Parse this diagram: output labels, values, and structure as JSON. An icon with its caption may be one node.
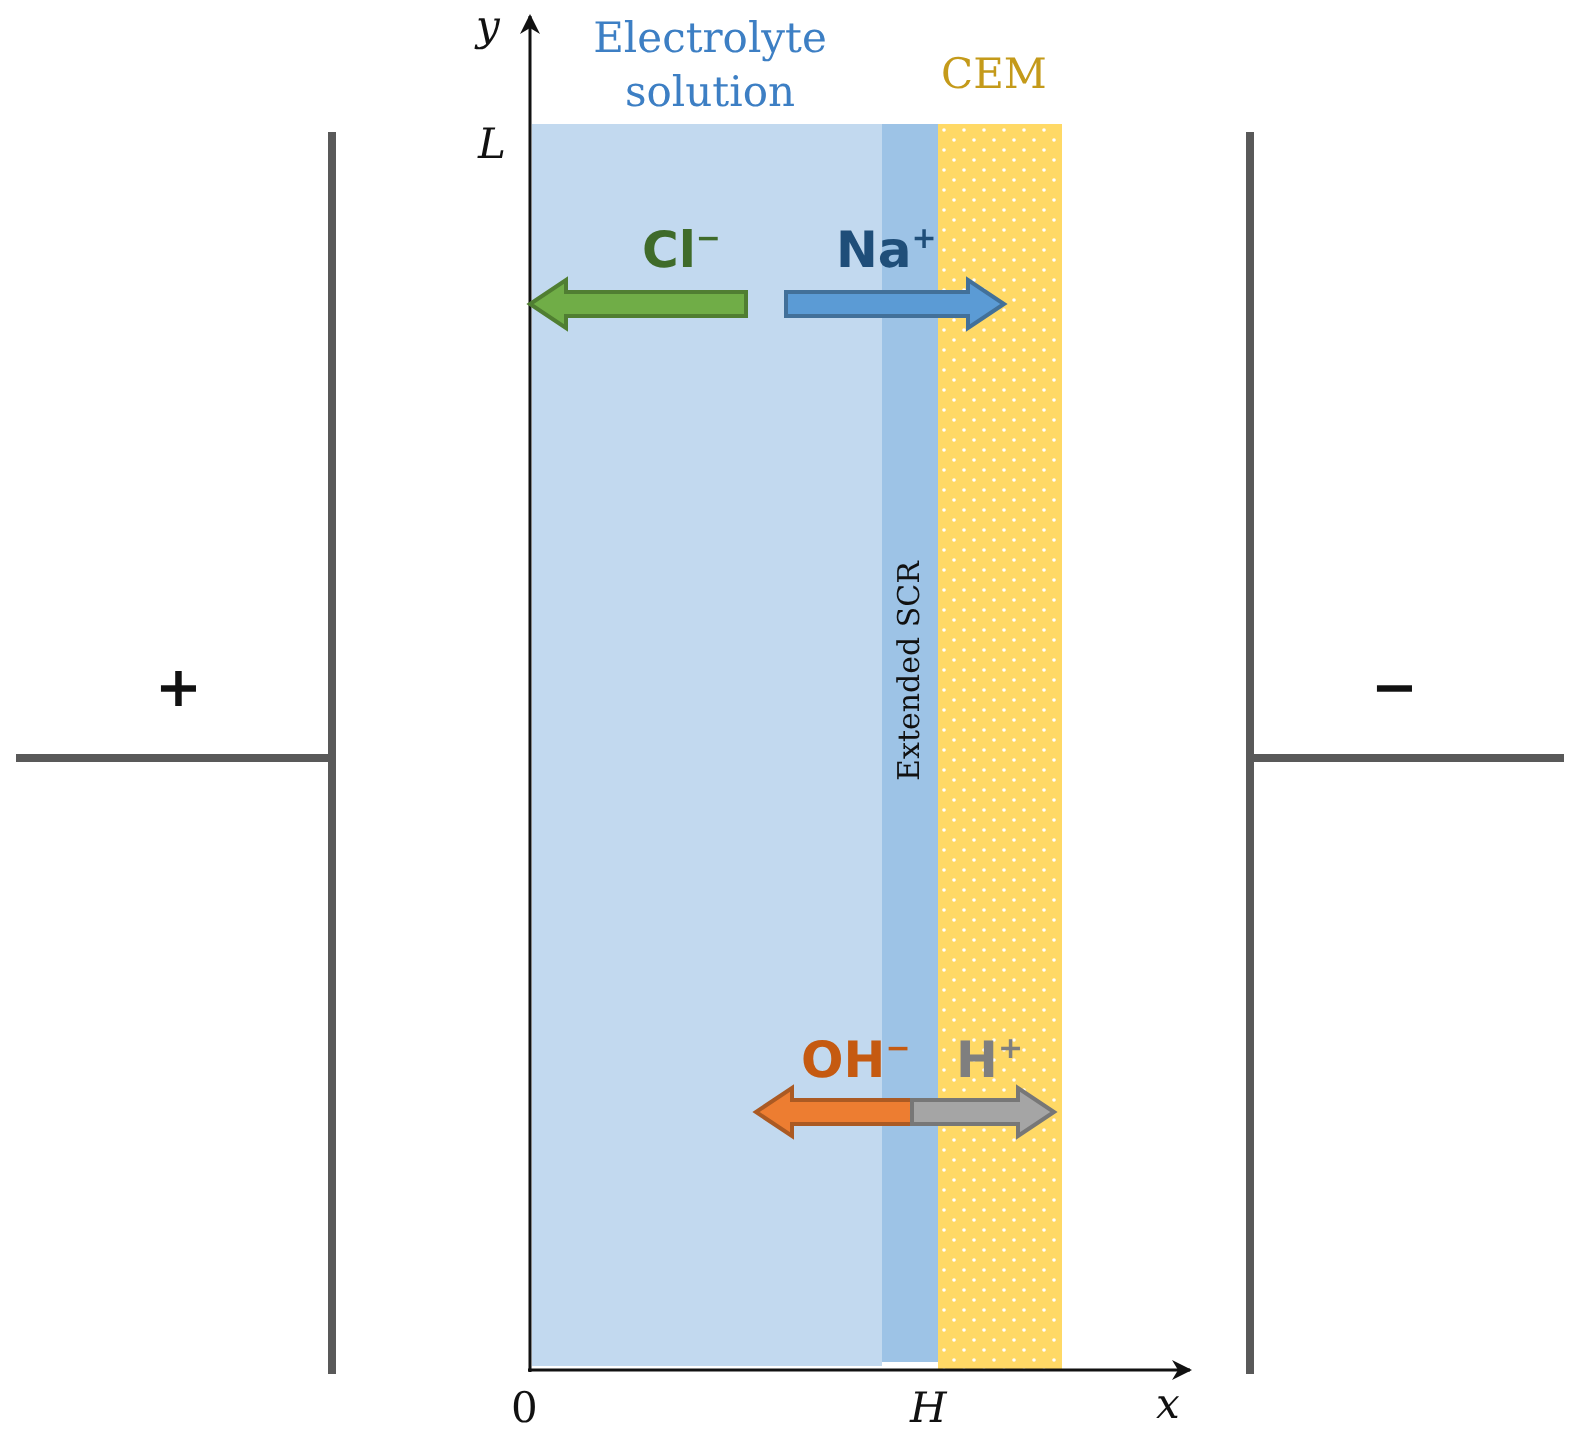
{
  "diagram": {
    "nodes": [
      {
        "text": [
          "Electrolyte solution"
        ]
      },
      {
        "text": [
          "Extended SCR"
        ]
      },
      {
        "text": [
          "CEM"
        ]
      },
      {
        "text": [
          "+"
        ]
      },
      {
        "text": [
          "−"
        ]
      }
    ],
    "edges": [
      {
        "from": 0,
        "to": 2,
        "arrow": "to",
        "label": "Na$^{+}$",
        "color": "#5b9bd5"
      },
      {
        "from": 1,
        "to": 0,
        "arrow": "to",
        "label": "OH$^{−}$",
        "color": "#ed7d31"
      },
      {
        "from": 1,
        "to": 2,
        "arrow": "to",
        "label": "H$^{+}$",
        "color": "#a5a5a5"
      }
    ],
    "labels": [
      "y",
      "L",
      "Cl$^{−}$",
      "0",
      "H",
      "x"
    ]
  }
}
